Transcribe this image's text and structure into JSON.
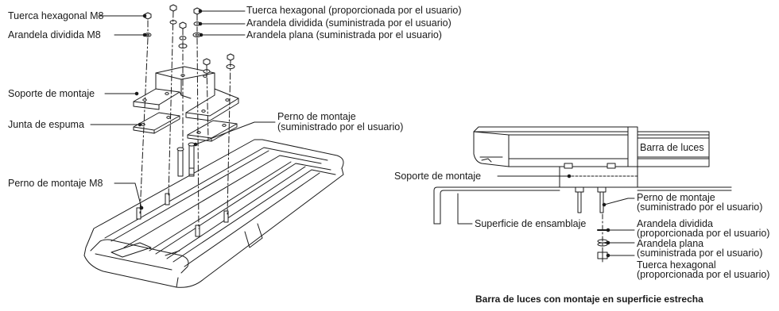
{
  "left_diagram": {
    "labels": {
      "hex_nut_m8": "Tuerca hexagonal M8",
      "split_washer_m8": "Arandela dividida M8",
      "hex_nut_user": "Tuerca hexagonal (proporcionada por el usuario)",
      "split_washer_user": "Arandela dividida (suministrada por el usuario)",
      "flat_washer_user": "Arandela plana (suministrada por el usuario)",
      "mounting_bracket": "Soporte de montaje",
      "foam_gasket": "Junta de espuma",
      "mounting_bolt_user_line1": "Perno de montaje",
      "mounting_bolt_user_line2": "(suministrado por el usuario)",
      "mounting_bolt_m8": "Perno de montaje M8"
    }
  },
  "right_diagram": {
    "labels": {
      "light_bar": "Barra de luces",
      "mounting_bracket": "Soporte de montaje",
      "mounting_bolt_line1": "Perno de montaje",
      "mounting_bolt_line2": "(suministrado por el usuario)",
      "assembly_surface": "Superficie de ensamblaje",
      "split_washer_line1": "Arandela dividida",
      "split_washer_line2": "(proporcionada por el usuario)",
      "flat_washer_line1": "Arandela plana",
      "flat_washer_line2": "(suministrada por el usuario)",
      "hex_nut_line1": "Tuerca hexagonal",
      "hex_nut_line2": "(proporcionada por el usuario)"
    },
    "caption": "Barra de luces con montaje en superficie estrecha"
  },
  "icons": [
    "hex-nut-icon",
    "split-washer-icon",
    "flat-washer-icon",
    "bolt-icon",
    "mounting-bracket-icon",
    "foam-gasket-icon",
    "light-bar-icon",
    "assembly-surface-icon"
  ],
  "colors": {
    "line": "#1a1a1a",
    "fill": "#ffffff",
    "shade": "#d9d9d9"
  }
}
